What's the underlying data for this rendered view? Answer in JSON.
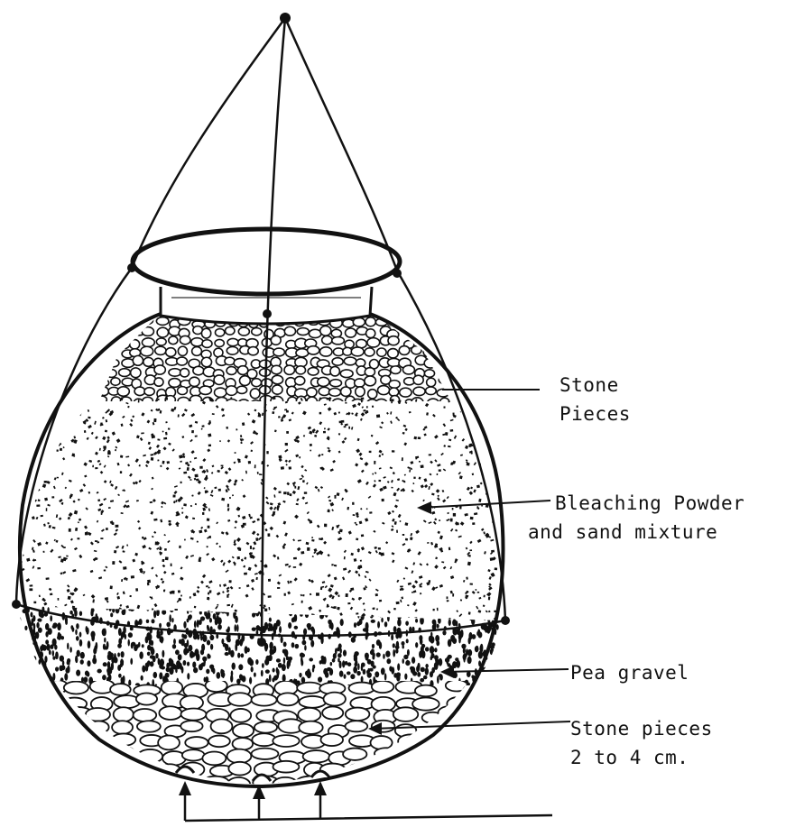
{
  "diagram": {
    "labels": {
      "stone_pieces_top_line1": "Stone",
      "stone_pieces_top_line2": "Pieces",
      "bleaching_line1": "Bleaching Powder",
      "bleaching_line2": "and sand mixture",
      "pea_gravel": "Pea gravel",
      "stone_pieces_bottom_line1": "Stone pieces",
      "stone_pieces_bottom_line2": "2 to 4 cm."
    },
    "colors": {
      "ink": "#111111",
      "background": "#ffffff"
    }
  }
}
